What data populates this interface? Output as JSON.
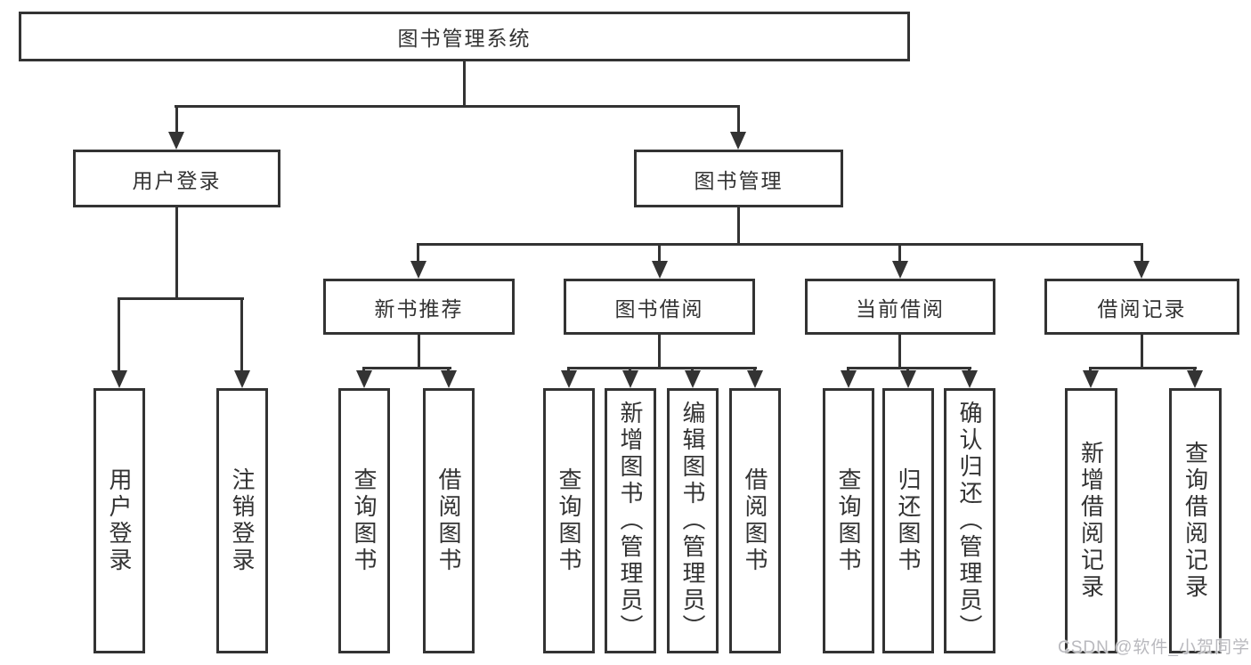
{
  "diagram_title": "图书管理系统",
  "nodes": {
    "root": {
      "label": "图书管理系统"
    },
    "user_login": {
      "label": "用户登录"
    },
    "book_management": {
      "label": "图书管理"
    },
    "new_book_recommend": {
      "label": "新书推荐"
    },
    "book_borrow": {
      "label": "图书借阅"
    },
    "current_borrow": {
      "label": "当前借阅"
    },
    "borrow_records": {
      "label": "借阅记录"
    },
    "leaf_user_login": {
      "label": "用户登录"
    },
    "leaf_logout": {
      "label": "注销登录"
    },
    "leaf_query_books_1": {
      "label": "查询图书"
    },
    "leaf_borrow_books_1": {
      "label": "借阅图书"
    },
    "leaf_query_books_2": {
      "label": "查询图书"
    },
    "leaf_add_books_admin": {
      "label": "新增图书（管理员）"
    },
    "leaf_edit_books_admin": {
      "label": "编辑图书（管理员）"
    },
    "leaf_borrow_books_2": {
      "label": "借阅图书"
    },
    "leaf_query_books_3": {
      "label": "查询图书"
    },
    "leaf_return_books": {
      "label": "归还图书"
    },
    "leaf_confirm_return_admin": {
      "label": "确认归还（管理员）"
    },
    "leaf_add_borrow_record": {
      "label": "新增借阅记录"
    },
    "leaf_query_borrow_record": {
      "label": "查询借阅记录"
    }
  },
  "edges": [
    {
      "from": "图书管理系统",
      "to": [
        "用户登录",
        "图书管理"
      ]
    },
    {
      "from": "用户登录",
      "to": [
        "用户登录",
        "注销登录"
      ]
    },
    {
      "from": "图书管理",
      "to": [
        "新书推荐",
        "图书借阅",
        "当前借阅",
        "借阅记录"
      ]
    },
    {
      "from": "新书推荐",
      "to": [
        "查询图书",
        "借阅图书"
      ]
    },
    {
      "from": "图书借阅",
      "to": [
        "查询图书",
        "新增图书（管理员）",
        "编辑图书（管理员）",
        "借阅图书"
      ]
    },
    {
      "from": "当前借阅",
      "to": [
        "查询图书",
        "归还图书",
        "确认归还（管理员）"
      ]
    },
    {
      "from": "借阅记录",
      "to": [
        "新增借阅记录",
        "查询借阅记录"
      ]
    }
  ],
  "watermark": "CSDN @软件_小贺同学",
  "colors": {
    "line": "#333333",
    "text": "#333333",
    "background": "#ffffff",
    "watermark": "#b9b9be"
  }
}
